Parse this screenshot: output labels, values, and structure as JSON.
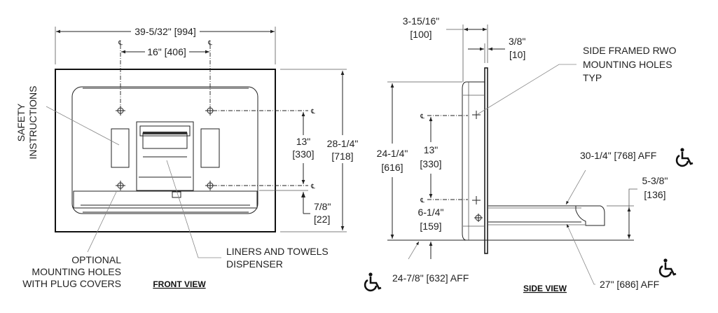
{
  "front_view": {
    "title": "FRONT VIEW",
    "overall_width": "39-5/32\" [994]",
    "hole_spacing": "16\" [406]",
    "hole_vertical": {
      "imperial": "13\"",
      "metric": "[330]"
    },
    "overall_height": {
      "imperial": "28-1/4\"",
      "metric": "[718]"
    },
    "bottom_offset": {
      "imperial": "7/8\"",
      "metric": "[22]"
    },
    "centerline_symbol": "℄",
    "callouts": {
      "safety": [
        "SAFETY",
        "INSTRUCTIONS"
      ],
      "optional_holes": [
        "OPTIONAL",
        "MOUNTING HOLES",
        "WITH PLUG COVERS"
      ],
      "dispenser": [
        "LINERS AND TOWELS",
        "DISPENSER"
      ]
    }
  },
  "side_view": {
    "title": "SIDE VIEW",
    "depth": {
      "imperial": "3-15/16\"",
      "metric": "[100]"
    },
    "plate": {
      "imperial": "3/8\"",
      "metric": "[10]"
    },
    "mounting_callout": [
      "SIDE FRAMED RWO",
      "MOUNTING HOLES",
      "TYP"
    ],
    "height": {
      "imperial": "24-1/4\"",
      "metric": "[616]"
    },
    "hole_spacing": {
      "imperial": "13\"",
      "metric": "[330]"
    },
    "hole_offset": {
      "imperial": "6-1/4\"",
      "metric": "[159]"
    },
    "shelf_thickness": {
      "imperial": "5-3/8\"",
      "metric": "[136]"
    },
    "aff_top": "30-1/4\" [768] AFF",
    "aff_shelf": "27\" [686] AFF",
    "aff_bottom": "24-7/8\" [632] AFF",
    "accessibility_icon": "wheelchair-icon"
  }
}
